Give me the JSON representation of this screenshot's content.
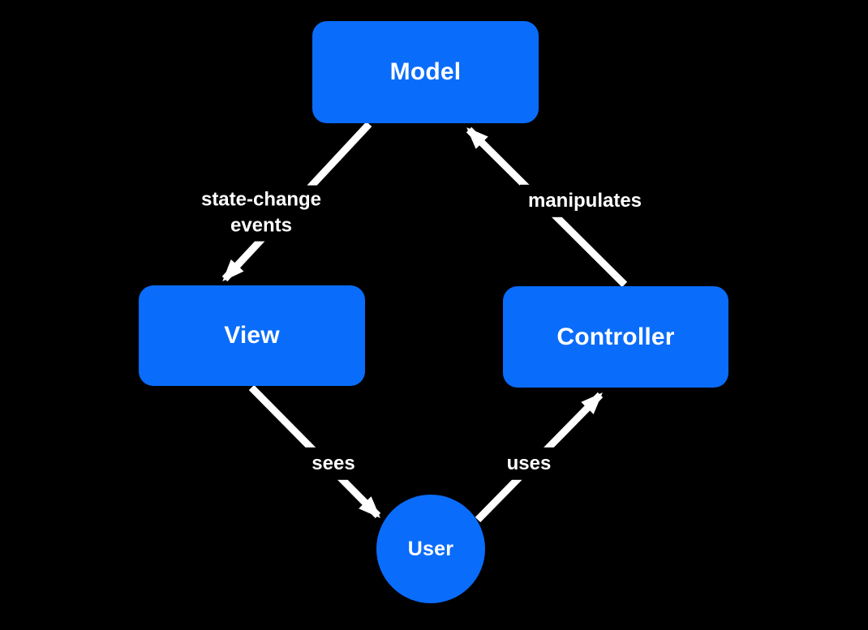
{
  "diagram": {
    "type": "flow-diagram",
    "subject": "Model-View-Controller pattern",
    "colors": {
      "background": "#000000",
      "node_fill": "#0a6cfa",
      "node_text": "#ffffff",
      "arrow": "#ffffff",
      "edge_label_text": "#ffffff"
    },
    "nodes": {
      "model": {
        "label": "Model",
        "shape": "rounded-rect"
      },
      "view": {
        "label": "View",
        "shape": "rounded-rect"
      },
      "controller": {
        "label": "Controller",
        "shape": "rounded-rect"
      },
      "user": {
        "label": "User",
        "shape": "circle"
      }
    },
    "edges": {
      "model_to_view": {
        "from": "Model",
        "to": "View",
        "label": "state-change events"
      },
      "controller_to_model": {
        "from": "Controller",
        "to": "Model",
        "label": "manipulates"
      },
      "view_to_user": {
        "from": "View",
        "to": "User",
        "label": "sees"
      },
      "user_to_controller": {
        "from": "User",
        "to": "Controller",
        "label": "uses"
      }
    }
  }
}
